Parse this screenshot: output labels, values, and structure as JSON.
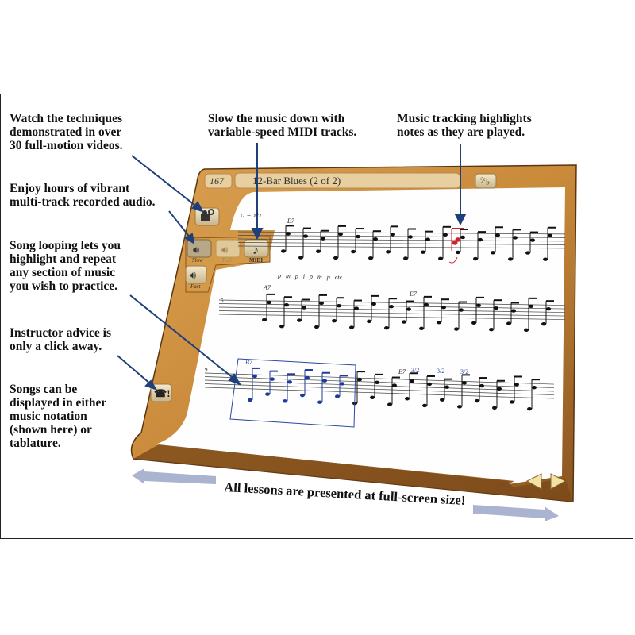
{
  "callouts": {
    "videos": "Watch the techniques\ndemonstrated in over\n30 full-motion videos.",
    "audio": "Enjoy hours of vibrant\nmulti-track recorded audio.",
    "looping": "Song looping lets you\nhighlight and repeat\nany section of music\nyou wish to practice.",
    "instructor": "Instructor advice is\nonly a click away.",
    "notation": "Songs can be\ndisplayed in either\nmusic notation\n(shown here) or\ntablature.",
    "midi": "Slow the music down with\nvariable-speed MIDI tracks.",
    "tracking": "Music tracking highlights\nnotes as they are played.",
    "fullscreen": "All lessons are presented at full-screen size!"
  },
  "app": {
    "page_number": "167",
    "song_title": "12-Bar Blues (2 of 2)",
    "buttons": {
      "slow": "Slow",
      "full": "Full",
      "midi": "MIDI",
      "fast": "Fast"
    },
    "icons": [
      "video-camera-icon",
      "speaker-icon",
      "music-note-icon",
      "instructor-advice-icon",
      "tuner-icon",
      "previous-arrow-icon",
      "next-arrow-icon"
    ]
  },
  "score": {
    "tempo_mark": "♫ = ♪³♪",
    "chords": [
      "E7",
      "A7",
      "E7",
      "B7",
      "E7"
    ],
    "measure_numbers": [
      "5",
      "9"
    ],
    "fingering": "p m p i p m p etc.",
    "triplet_marks": [
      "3/2",
      "3/2",
      "3/2"
    ]
  },
  "colors": {
    "wood": "#c98a3a",
    "wood_dark": "#7a4a1a",
    "arrow": "#1e3f7a",
    "highlight": "#d0202a",
    "loop": "#1e3a9a",
    "nav_arrows": "#aab4d0"
  }
}
